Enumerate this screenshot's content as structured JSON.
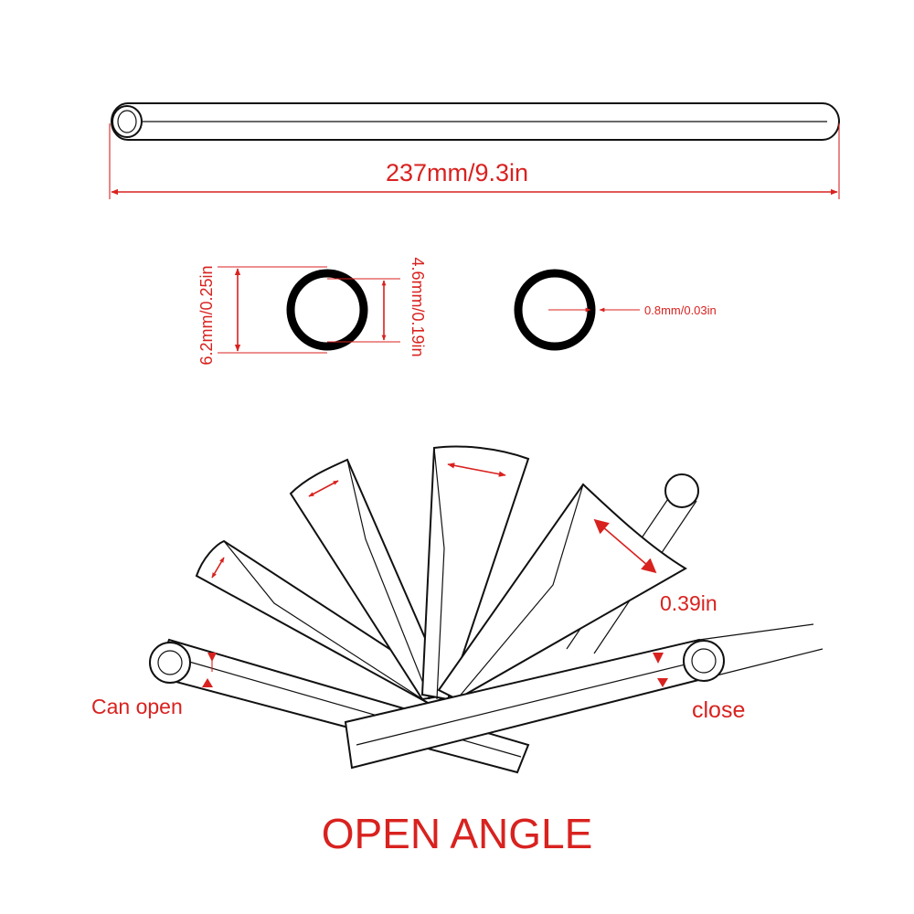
{
  "colors": {
    "accent": "#d8221f",
    "line": "#111111",
    "background": "#ffffff"
  },
  "length_label": "237mm/9.3in",
  "outer_diameter_label": "6.2mm/0.25in",
  "inner_diameter_label": "4.6mm/0.19in",
  "wall_thickness_label": "0.8mm/0.03in",
  "opening_label": "0.39in",
  "open_label": "Can open",
  "close_label": "close",
  "footer_title": "OPEN ANGLE"
}
